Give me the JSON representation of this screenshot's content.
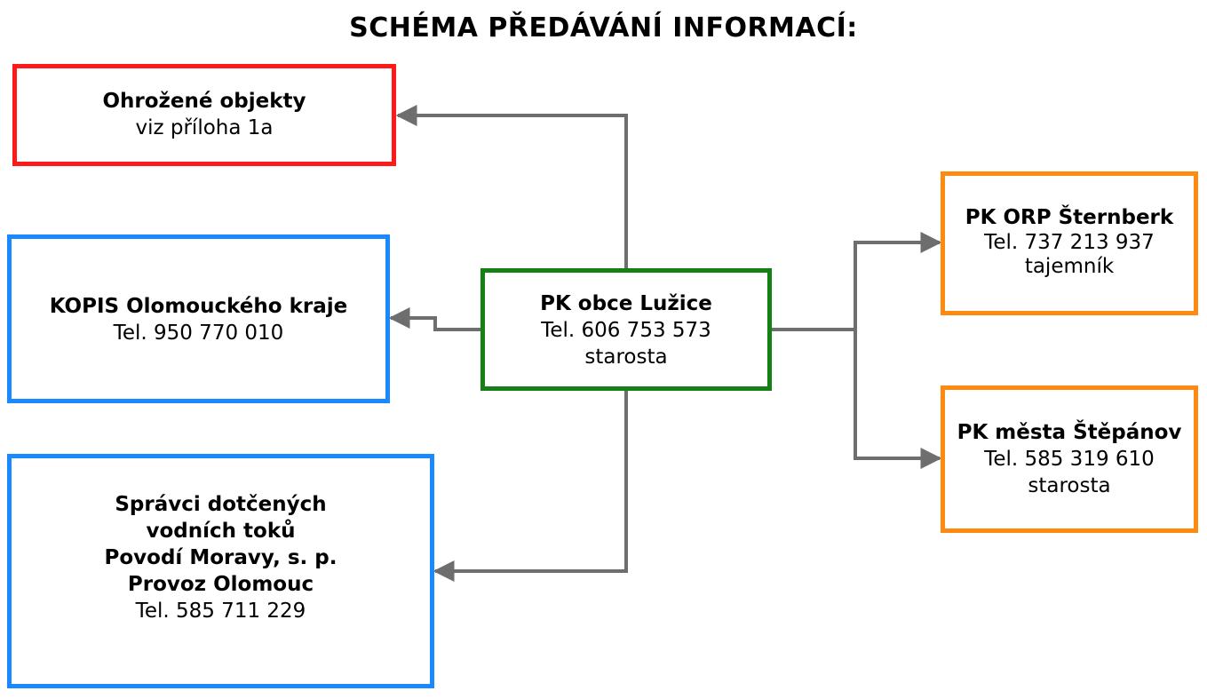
{
  "title": "SCHÉMA PŘEDÁVÁNÍ INFORMACÍ:",
  "colors": {
    "red": "#ff1a1a",
    "blue": "#1a88ff",
    "green": "#158015",
    "orange": "#ff8a12",
    "connector": "#6e6e6e"
  },
  "nodes": {
    "ohrozene": {
      "name": "Ohrožené objekty",
      "detail": "viz příloha 1a"
    },
    "kopis": {
      "name": "KOPIS Olomouckého kraje",
      "phone": "Tel. 950 770 010"
    },
    "spravci": {
      "lines": [
        "Správci dotčených",
        "vodních toků",
        "Povodí Moravy, s. p.",
        "Provoz Olomouc"
      ],
      "phone": "Tel. 585 711 229"
    },
    "center": {
      "name": "PK obce Lužice",
      "phone": "Tel. 606 753 573",
      "role": "starosta"
    },
    "orp": {
      "name": "PK ORP Šternberk",
      "phone": "Tel. 737 213 937",
      "role": "tajemník"
    },
    "stepanov": {
      "name": "PK města Štěpánov",
      "phone": "Tel. 585 319 610",
      "role": "starosta"
    }
  }
}
